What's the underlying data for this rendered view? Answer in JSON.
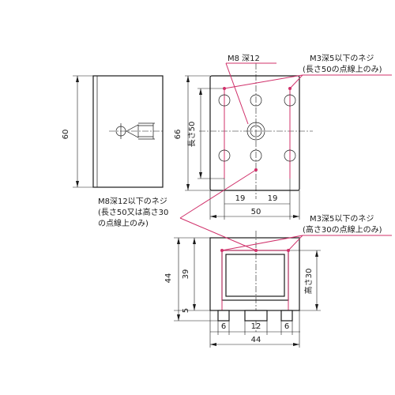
{
  "colors": {
    "outline": "#1a1a1a",
    "leader": "#d0306a",
    "background": "#ffffff"
  },
  "side_view": {
    "dim_height": "60"
  },
  "top_view": {
    "dim_height": "66",
    "dim_length_label": "長さ50",
    "dim_left_pitch": "19",
    "dim_right_pitch": "19",
    "dim_width": "50"
  },
  "front_view": {
    "dim_total_height": "44",
    "dim_inner_height": "39",
    "dim_bottom": "5",
    "dim_height_label": "高さ30",
    "dim_left_slot": "6",
    "dim_center_slot": "12",
    "dim_right_slot": "6",
    "dim_width": "44"
  },
  "notes": {
    "m8_top": "M8 深12",
    "m3_top_line1": "M3深5以下のネジ",
    "m3_top_line2": "(長さ50の点線上のみ)",
    "m8_left_line1": "M8深12以下のネジ",
    "m8_left_line2": "(長さ50又は高さ30",
    "m8_left_line3": "の点線上のみ)",
    "m3_bottom_line1": "M3深5以下のネジ",
    "m3_bottom_line2": "(高さ30の点線上のみ)"
  }
}
